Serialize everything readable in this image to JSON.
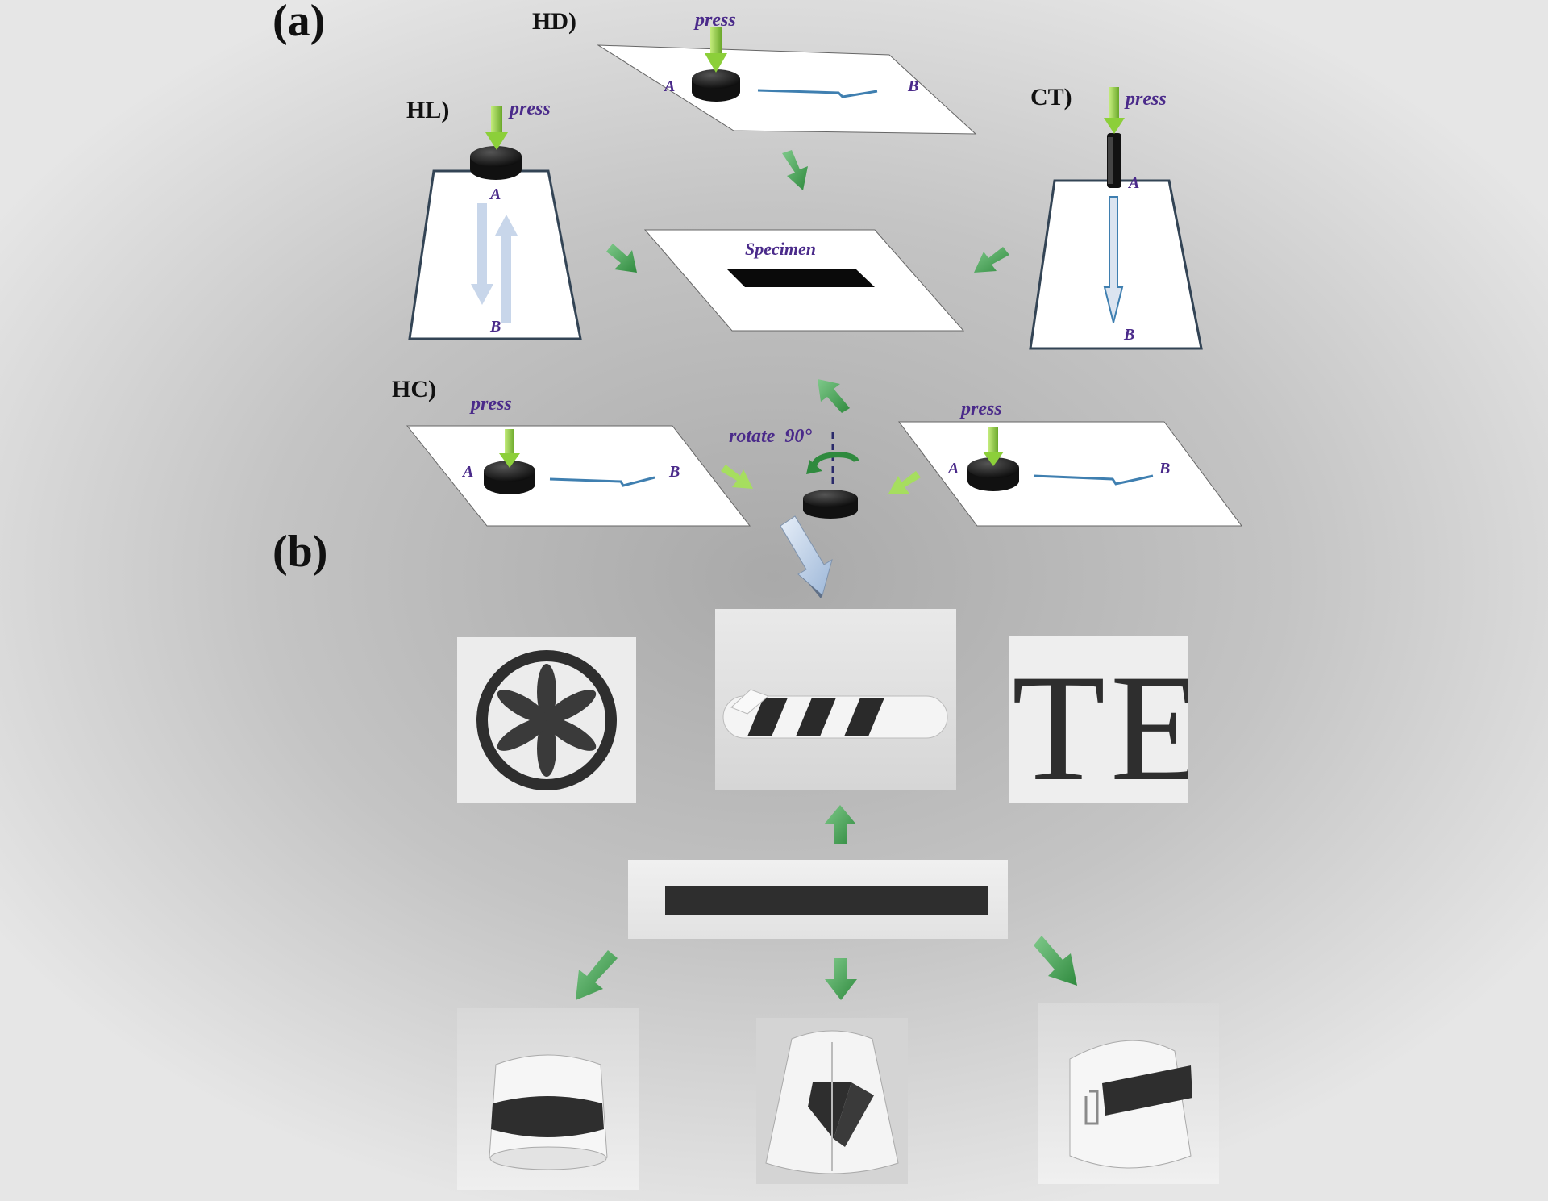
{
  "panels": {
    "a": {
      "label": "(a)"
    },
    "b": {
      "label": "(b)"
    }
  },
  "methods": {
    "hd": {
      "label": "HD)",
      "press": "press",
      "start": "A",
      "end": "B"
    },
    "hl": {
      "label": "HL)",
      "press": "press",
      "start": "A",
      "end": "B"
    },
    "ct": {
      "label": "CT)",
      "press": "press",
      "start": "A",
      "end": "B"
    },
    "hc": {
      "label": "HC)",
      "press": "press",
      "start": "A",
      "end": "B",
      "rotate": "rotate  90°"
    },
    "hc2": {
      "press": "press",
      "start": "A",
      "end": "B"
    }
  },
  "specimen": {
    "label": "Specimen"
  },
  "photos": {
    "te_text": "TE"
  },
  "colors": {
    "arrow_green": "#3f9a4a",
    "press_arrow": "#8ccf3a",
    "label_purple": "#4a2a8a",
    "trace_blue": "#3f7fb0",
    "electrode_black": "#111111"
  }
}
